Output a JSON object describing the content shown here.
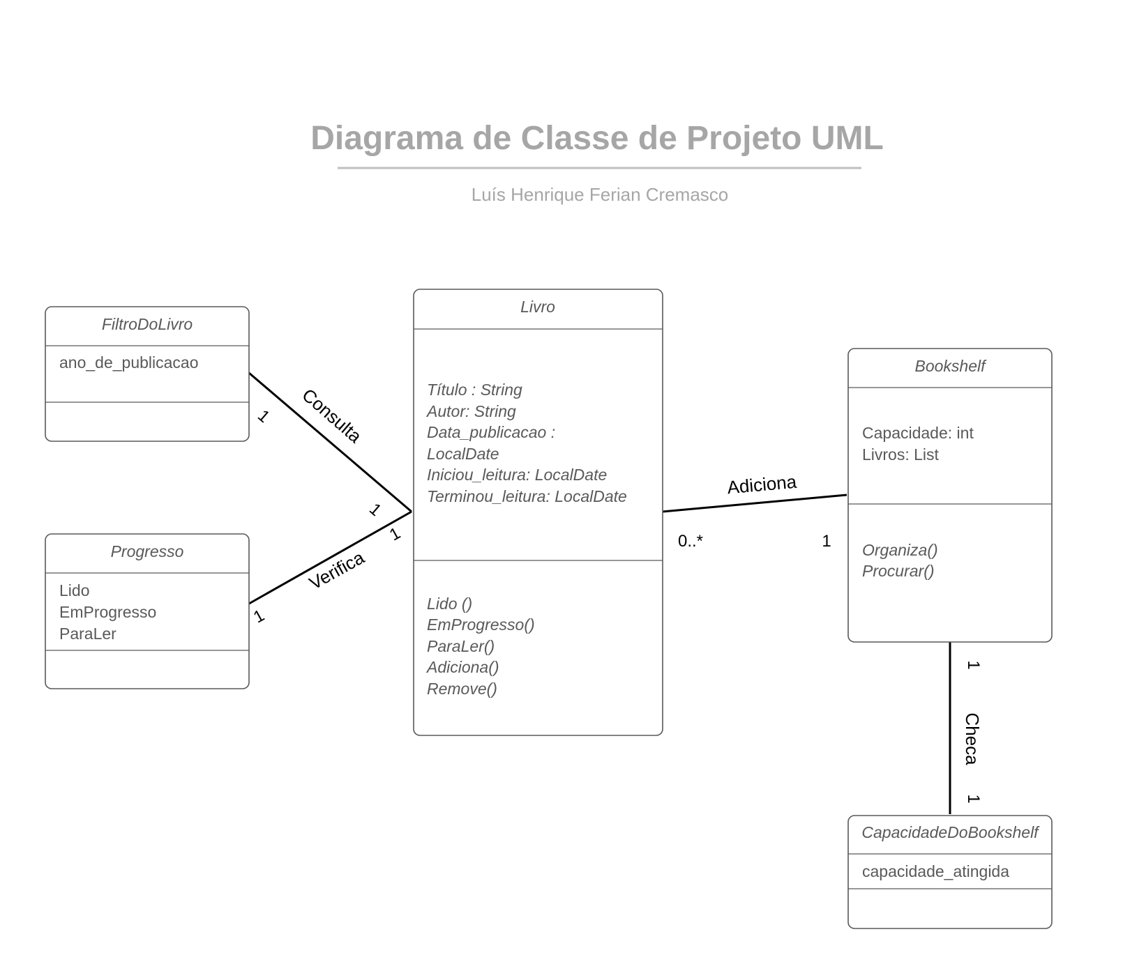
{
  "header": {
    "title": "Diagrama de Classe de Projeto UML",
    "subtitle": "Luís Henrique Ferian Cremasco"
  },
  "classes": {
    "filtro": {
      "name": "FiltroDoLivro",
      "attributes": [
        "ano_de_publicacao"
      ],
      "methods": []
    },
    "progresso": {
      "name": "Progresso",
      "attributes": [
        "Lido",
        "EmProgresso",
        "ParaLer"
      ],
      "methods": []
    },
    "livro": {
      "name": "Livro",
      "attributes": [
        "Título : String",
        "Autor: String",
        "Data_publicacao :",
        "LocalDate",
        "Iniciou_leitura: LocalDate",
        "Terminou_leitura: LocalDate"
      ],
      "methods": [
        "Lido ()",
        "EmProgresso()",
        "ParaLer()",
        "Adiciona()",
        "Remove()"
      ]
    },
    "bookshelf": {
      "name": "Bookshelf",
      "attributes": [
        "Capacidade: int",
        "Livros: List"
      ],
      "methods": [
        "Organiza()",
        "Procurar()"
      ]
    },
    "capacidade": {
      "name": "CapacidadeDoBookshelf",
      "attributes": [
        "capacidade_atingida"
      ],
      "methods": []
    }
  },
  "associations": {
    "consulta": {
      "label": "Consulta",
      "mult_source": "1",
      "mult_target": "1"
    },
    "verifica": {
      "label": "Verifica",
      "mult_source": "1",
      "mult_target": "1"
    },
    "adiciona": {
      "label": "Adiciona",
      "mult_source": "0..*",
      "mult_target": "1"
    },
    "checa": {
      "label": "Checa",
      "mult_source": "1",
      "mult_target": "1"
    }
  }
}
